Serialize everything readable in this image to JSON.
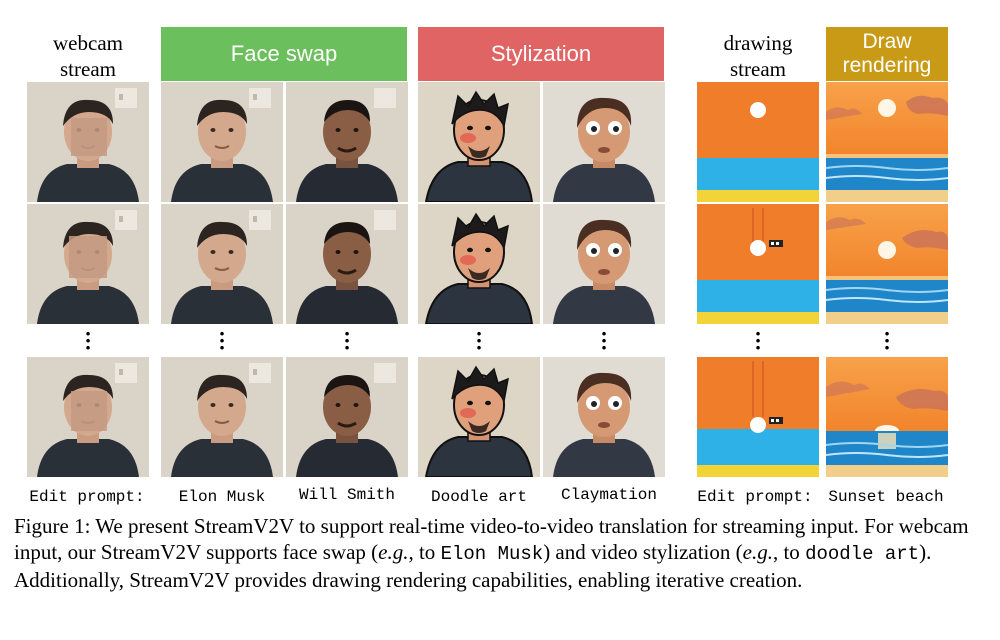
{
  "headers": {
    "webcam_line1": "webcam",
    "webcam_line2": "stream",
    "face_swap": "Face swap",
    "stylization": "Stylization",
    "drawing_line1": "drawing",
    "drawing_line2": "stream",
    "draw_rendering_line1": "Draw",
    "draw_rendering_line2": "rendering"
  },
  "colors": {
    "face_swap_band": "#6bbf5c",
    "stylization_band": "#e06464",
    "draw_rendering_band": "#c89a16",
    "sunset_orange": "#f07d2a",
    "water_blue": "#2eb1e6",
    "sand_yellow": "#f2d338"
  },
  "prompts": {
    "edit_prompt_left": "Edit prompt:",
    "elon": "Elon Musk",
    "will": "Will Smith",
    "doodle": "Doodle art",
    "clay": "Claymation",
    "edit_prompt_right": "Edit prompt:",
    "sunset": "Sunset beach"
  },
  "caption": {
    "p1": "Figure 1: We present StreamV2V to support real-time video-to-video translation for streaming input. For webcam input, our StreamV2V supports face swap (",
    "eg1": "e.g.",
    "p2": ", to ",
    "code1": "Elon Musk",
    "p3": ") and video stylization (",
    "eg2": "e.g.",
    "p4": ", to ",
    "code2": "doodle art",
    "p5": "). Additionally, StreamV2V provides drawing rendering capabilities, enabling iterative creation."
  }
}
